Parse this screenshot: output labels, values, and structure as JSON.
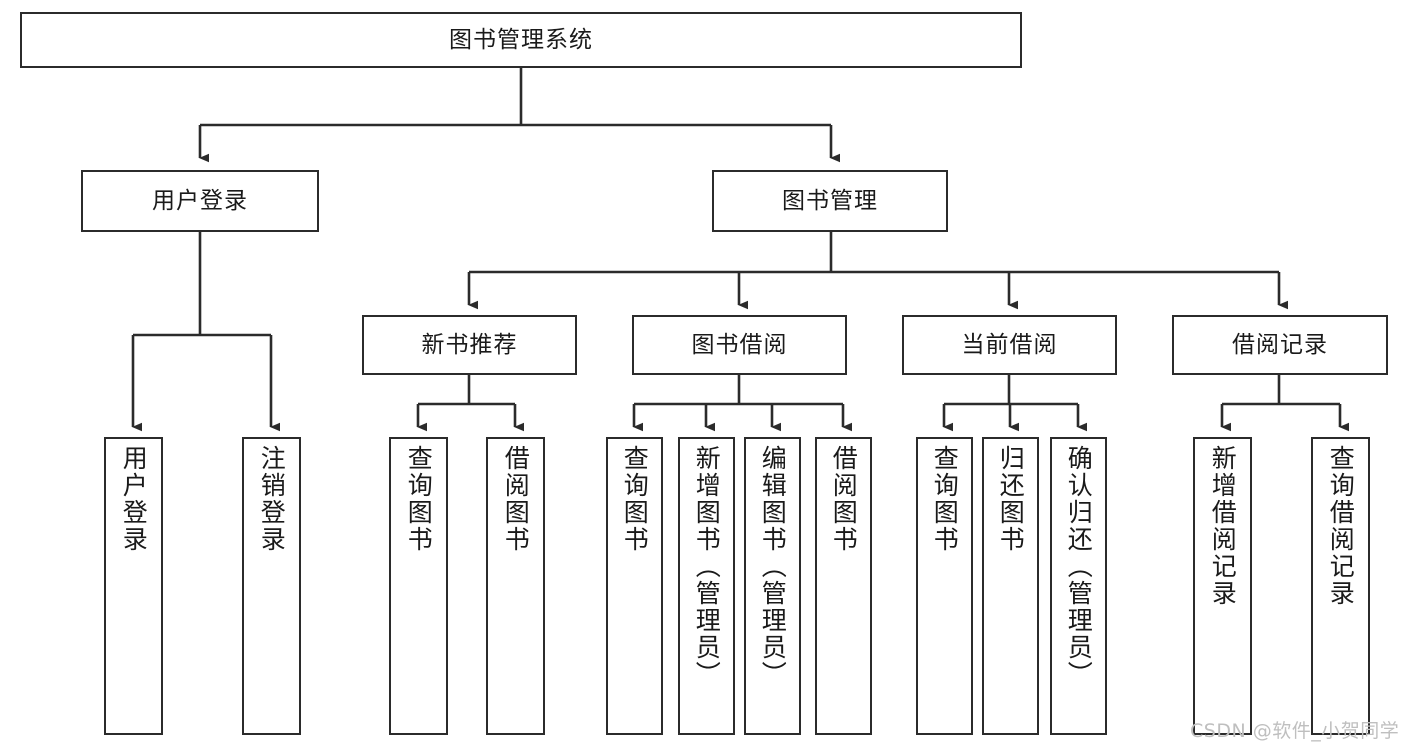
{
  "diagram": {
    "title": "图书管理系统",
    "type": "tree-hierarchy",
    "watermark": "CSDN @软件_小贺同学",
    "colors": {
      "stroke": "#2b2b2b",
      "node_fill": "#ffffff",
      "text": "#1a1a1a",
      "watermark": "#bfbfbf",
      "background": "#ffffff"
    },
    "nodes": {
      "root": {
        "label": "图书管理系统"
      },
      "level1": [
        {
          "id": "user-login",
          "label": "用户登录"
        },
        {
          "id": "book-manage",
          "label": "图书管理"
        }
      ],
      "level2": [
        {
          "id": "new-book-recommend",
          "label": "新书推荐"
        },
        {
          "id": "book-borrow",
          "label": "图书借阅"
        },
        {
          "id": "current-borrow",
          "label": "当前借阅"
        },
        {
          "id": "borrow-record",
          "label": "借阅记录"
        }
      ],
      "leaves": {
        "user_login": [
          {
            "id": "leaf-user-login",
            "label": "用户登录"
          },
          {
            "id": "leaf-logout-login",
            "label": "注销登录"
          }
        ],
        "new_book_recommend": [
          {
            "id": "leaf-query-book-1",
            "label": "查询图书"
          },
          {
            "id": "leaf-borrow-book-1",
            "label": "借阅图书"
          }
        ],
        "book_borrow": [
          {
            "id": "leaf-query-book-2",
            "label": "查询图书"
          },
          {
            "id": "leaf-add-book",
            "label": "新增图书（管理员）"
          },
          {
            "id": "leaf-edit-book",
            "label": "编辑图书（管理员）"
          },
          {
            "id": "leaf-borrow-book-2",
            "label": "借阅图书"
          }
        ],
        "current_borrow": [
          {
            "id": "leaf-query-book-3",
            "label": "查询图书"
          },
          {
            "id": "leaf-return-book",
            "label": "归还图书"
          },
          {
            "id": "leaf-confirm-return",
            "label": "确认归还（管理员）"
          }
        ],
        "borrow_record": [
          {
            "id": "leaf-add-record",
            "label": "新增借阅记录"
          },
          {
            "id": "leaf-query-record",
            "label": "查询借阅记录"
          }
        ]
      }
    }
  }
}
